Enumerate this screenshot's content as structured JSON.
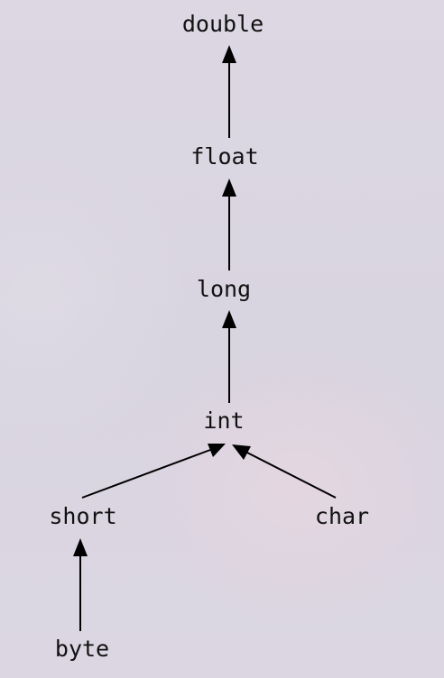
{
  "diagram": {
    "nodes": [
      {
        "id": "double",
        "label": "double"
      },
      {
        "id": "float",
        "label": "float"
      },
      {
        "id": "long",
        "label": "long"
      },
      {
        "id": "int",
        "label": "int"
      },
      {
        "id": "short",
        "label": "short"
      },
      {
        "id": "char",
        "label": "char"
      },
      {
        "id": "byte",
        "label": "byte"
      }
    ],
    "edges": [
      {
        "from": "float",
        "to": "double"
      },
      {
        "from": "long",
        "to": "float"
      },
      {
        "from": "int",
        "to": "long"
      },
      {
        "from": "short",
        "to": "int"
      },
      {
        "from": "char",
        "to": "int"
      },
      {
        "from": "byte",
        "to": "short"
      }
    ]
  }
}
